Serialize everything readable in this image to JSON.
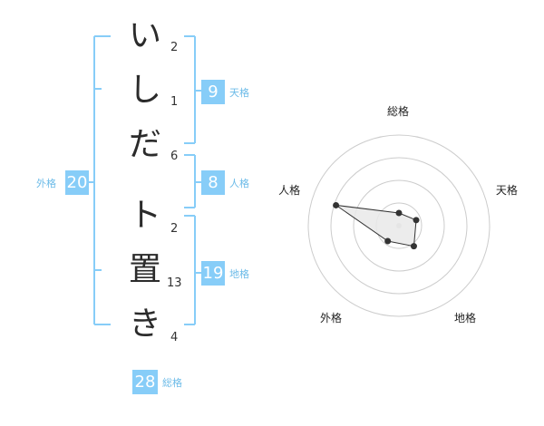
{
  "name": {
    "chars": [
      "い",
      "し",
      "だ",
      "ト",
      "置",
      "き"
    ],
    "strokes": [
      "2",
      "1",
      "6",
      "2",
      "13",
      "4"
    ]
  },
  "fortune": {
    "tenkaku": {
      "value": "9",
      "label": "天格"
    },
    "jinkaku": {
      "value": "8",
      "label": "人格"
    },
    "chikaku": {
      "value": "19",
      "label": "地格"
    },
    "gaikaku": {
      "value": "20",
      "label": "外格"
    },
    "soukaku": {
      "value": "28",
      "label": "総格"
    }
  },
  "colors": {
    "bracket": "#87cdf8",
    "badge": "#87cdf8",
    "badge_label": "#6cbbe8",
    "radar_grid": "#cccccc",
    "radar_line": "#333333",
    "radar_fill": "#e9e9e9"
  },
  "chart_data": {
    "type": "radar",
    "axes": [
      "総格",
      "天格",
      "地格",
      "外格",
      "人格"
    ],
    "rings": 4,
    "values": [
      0.14,
      0.2,
      0.28,
      0.21,
      0.73
    ]
  }
}
